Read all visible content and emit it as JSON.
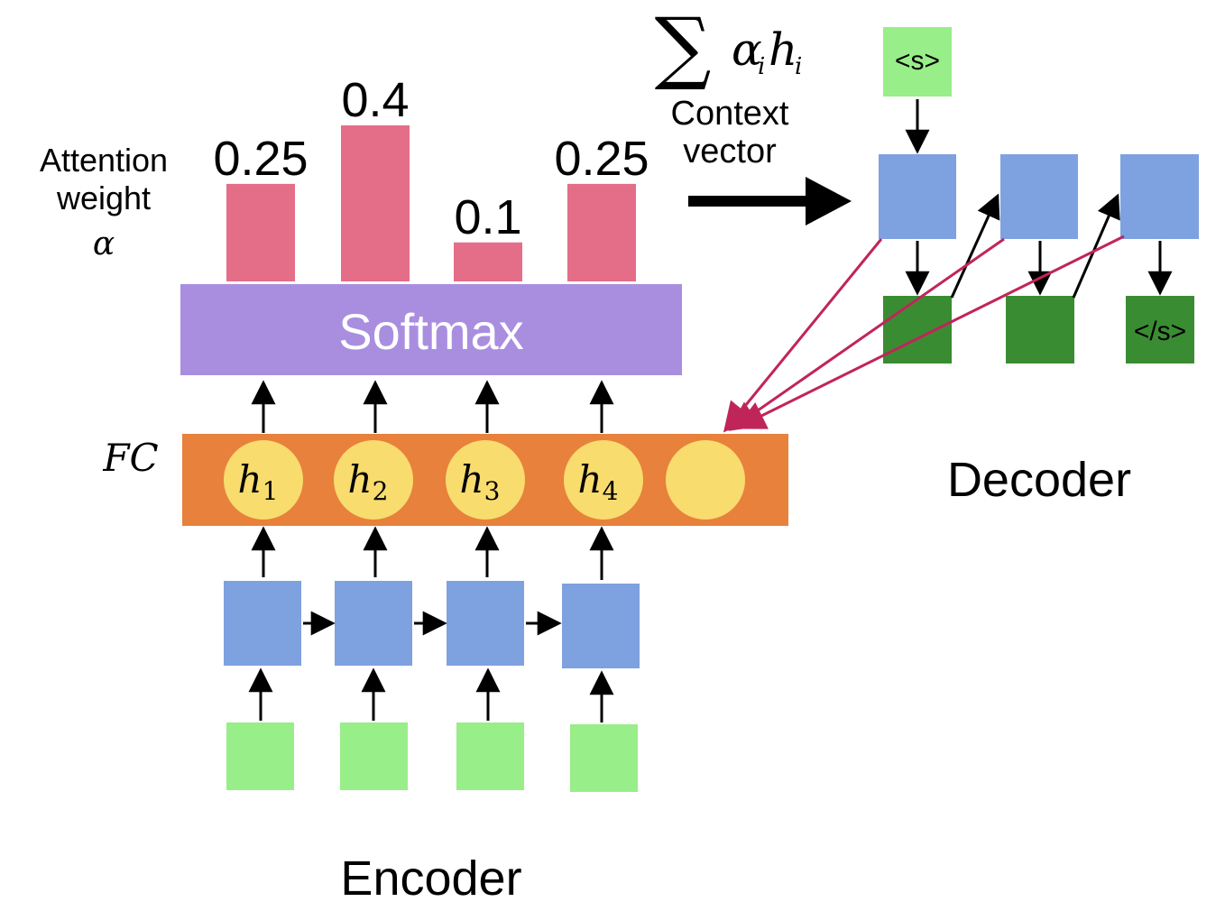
{
  "attention": {
    "label_line1": "Attention",
    "label_line2": "weight",
    "symbol": "α",
    "weights": [
      {
        "value": 0.25,
        "label": "0.25"
      },
      {
        "value": 0.4,
        "label": "0.4"
      },
      {
        "value": 0.1,
        "label": "0.1"
      },
      {
        "value": 0.25,
        "label": "0.25"
      }
    ]
  },
  "softmax": {
    "label": "Softmax"
  },
  "fc": {
    "label": "FC",
    "hidden_states": [
      {
        "base": "h",
        "sub": "1"
      },
      {
        "base": "h",
        "sub": "2"
      },
      {
        "base": "h",
        "sub": "3"
      },
      {
        "base": "h",
        "sub": "4"
      },
      {
        "base": "",
        "sub": ""
      }
    ]
  },
  "context": {
    "sum_symbol": "∑",
    "alpha": "α",
    "alpha_sub": "i",
    "h": "h",
    "h_sub": "i",
    "line1": "Context",
    "line2": "vector"
  },
  "decoder": {
    "title": "Decoder",
    "start_token": "<s>",
    "end_token": "</s>"
  },
  "encoder": {
    "title": "Encoder"
  },
  "colors": {
    "bar": "#e46e88",
    "softmax": "#a98ee0",
    "fc": "#e8813c",
    "hidden": "#f8dc6e",
    "rnn": "#7ea1e0",
    "input": "#98ee88",
    "output": "#3a8c32",
    "attention_arrow": "#c0255a"
  }
}
